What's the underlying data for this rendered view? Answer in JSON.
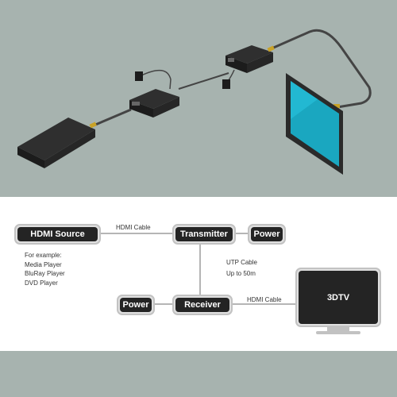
{
  "colors": {
    "background": "#a7b3af",
    "box_fill": "#242424",
    "box_border": "#c2c2c2",
    "line": "#b5b5b5",
    "screen": "#1aa7c0"
  },
  "diagram": {
    "hdmi_source": "HDMI Source",
    "transmitter": "Transmitter",
    "power_tx": "Power",
    "receiver": "Receiver",
    "power_rx": "Power",
    "tv": "3DTV",
    "hdmi_cable_top": "HDMI Cable",
    "hdmi_cable_bottom": "HDMI Cable",
    "utp_cable": "UTP Cable",
    "utp_distance": "Up to 50m",
    "examples": [
      "For example:",
      "Media Player",
      "BluRay Player",
      "DVD Player"
    ]
  }
}
